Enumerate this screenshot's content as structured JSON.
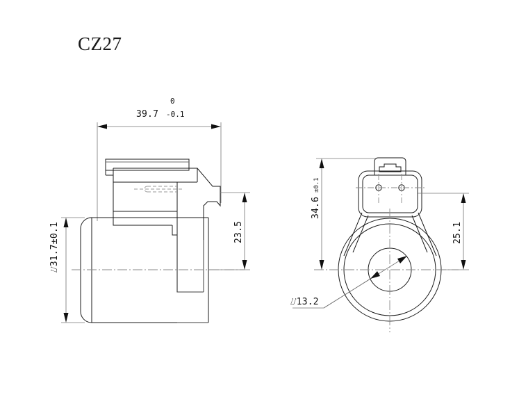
{
  "drawing": {
    "title": "CZ27",
    "part_type": "solenoid-coil-technical-drawing",
    "background_color": "#ffffff",
    "line_color": "#1a1a1a",
    "dimension_color": "#707070",
    "views": {
      "left": {
        "name": "side-elevation-view",
        "dimensions": {
          "width_overall": {
            "value": "39.7",
            "tolerance_upper": "0",
            "tolerance_lower": "-0.1",
            "orientation": "horizontal",
            "position": "above"
          },
          "diameter_body": {
            "value": "⌰31.7±0.1",
            "orientation": "vertical",
            "position": "left"
          },
          "height_connector": {
            "value": "23.5",
            "orientation": "vertical",
            "position": "right"
          }
        }
      },
      "right": {
        "name": "front-elevation-view",
        "dimensions": {
          "height_overall": {
            "value_main": "34.6",
            "value_tolerance": "±0.1",
            "orientation": "vertical",
            "position": "left"
          },
          "height_to_center": {
            "value": "25.1",
            "orientation": "vertical",
            "position": "right"
          },
          "bore_diameter": {
            "value": "⌰13.2",
            "orientation": "horizontal",
            "position": "leader-lower-left"
          }
        }
      }
    }
  },
  "labels": {
    "title": "CZ27",
    "dim_width": "39.7",
    "dim_width_tol_upper": "0",
    "dim_width_tol_lower": "-0.1",
    "dim_diameter_body": "⌰31.7±0.1",
    "dim_connector_height": "23.5",
    "dim_total_height": "34.6",
    "dim_total_height_tol": "±0.1",
    "dim_center_height": "25.1",
    "dim_bore": "⌰13.2"
  }
}
